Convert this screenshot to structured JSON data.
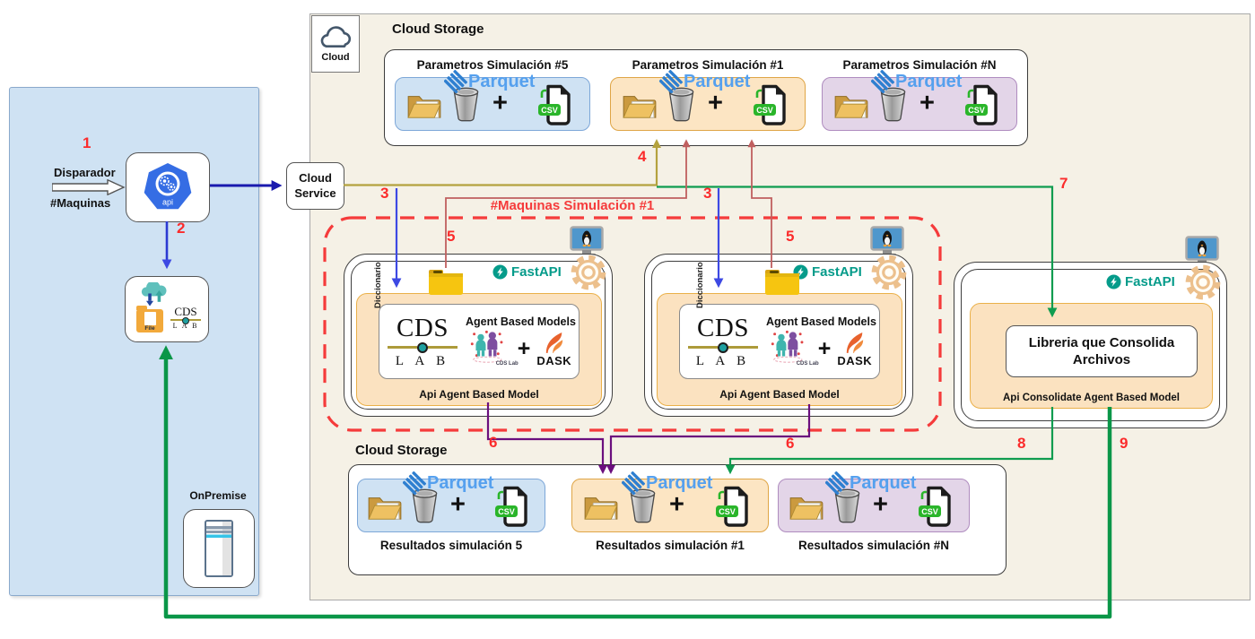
{
  "cloud_badge": {
    "label": "Cloud"
  },
  "onprem": {
    "label": "OnPremise",
    "trigger_label": "Disparador",
    "machines_label": "#Maquinas",
    "api_icon_label": "api",
    "file_icon_label": "File",
    "cds_logo": {
      "top": "CDS",
      "bottom": "L A B"
    }
  },
  "cloud_service": {
    "line1": "Cloud",
    "line2": "Service"
  },
  "storage_top": {
    "heading": "Cloud Storage",
    "groups": [
      {
        "title": "Parametros Simulación #5"
      },
      {
        "title": "Parametros Simulación #1"
      },
      {
        "title": "Parametros Simulación #N"
      }
    ]
  },
  "storage_bottom": {
    "heading": "Cloud Storage",
    "groups": [
      {
        "title": "Resultados simulación 5"
      },
      {
        "title": "Resultados simulación #1"
      },
      {
        "title": "Resultados simulación #N"
      }
    ]
  },
  "parquet_group": {
    "brand": "Parquet",
    "csv_badge": "CSV",
    "plus": "+"
  },
  "maquinas_cluster": {
    "label": "#Maquinas Simulación #1",
    "diccionario_label": "Diccionario"
  },
  "machines": [
    {
      "fastapi": "FastAPI",
      "abm_title": "Agent Based Models",
      "plus": "+",
      "dask": "DASK",
      "mini_label": "CDS Lab",
      "api_label": "Api Agent Based Model",
      "cds_logo": {
        "top": "CDS",
        "bottom": "L A B"
      }
    },
    {
      "fastapi": "FastAPI",
      "abm_title": "Agent Based Models",
      "plus": "+",
      "dask": "DASK",
      "mini_label": "CDS Lab",
      "api_label": "Api Agent Based Model",
      "cds_logo": {
        "top": "CDS",
        "bottom": "L A B"
      }
    }
  ],
  "consolidator": {
    "fastapi": "FastAPI",
    "box_label": "Libreria que Consolida Archivos",
    "api_label": "Api Consolidate Agent Based Model"
  },
  "steps": [
    "1",
    "2",
    "3",
    "4",
    "5",
    "3",
    "5",
    "6",
    "6",
    "7",
    "8",
    "9"
  ],
  "colors": {
    "onprem_panel": "#cfe2f3",
    "cloud_panel": "#f5f1e6",
    "group_blue": "#cfe2f3",
    "group_orange": "#fce5c3",
    "group_purple": "#e3d5e8",
    "machine_peach": "#fbe2c0",
    "fastapi_teal": "#059b8a",
    "parquet_blue": "#55a0ee",
    "csv_green": "#2ab52a",
    "kubernetes_blue": "#356de4",
    "arrow_navy": "#1a1aae",
    "arrow_blue": "#3d49e3",
    "arrow_olive": "#b4a23e",
    "arrow_red": "#c05f5f",
    "arrow_purple": "#6b0f7e",
    "arrow_green": "#0f9c4f",
    "step_red": "#fb2b2b",
    "dashed_red": "#f53b3b"
  }
}
